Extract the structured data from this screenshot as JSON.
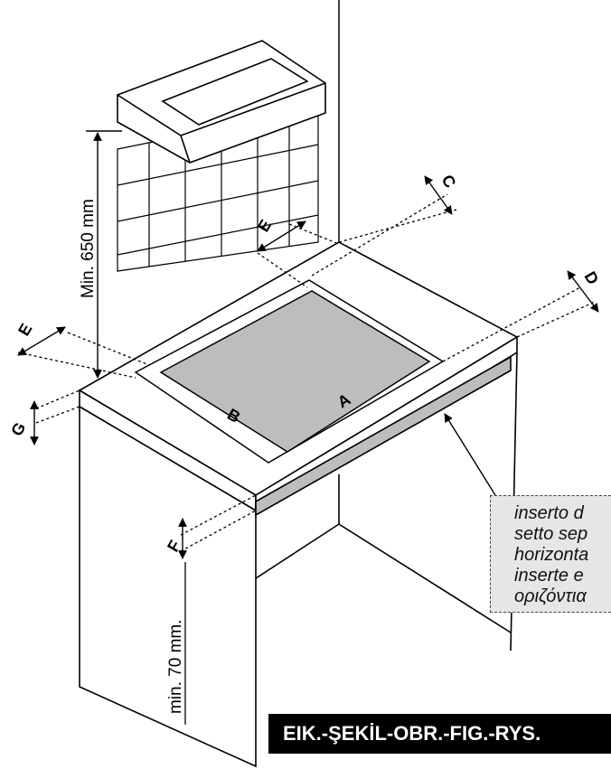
{
  "labels": {
    "a": "A",
    "b": "B",
    "c": "C",
    "d": "D",
    "e_left": "E",
    "e_top": "E",
    "f": "F",
    "g": "G"
  },
  "dimensions": {
    "min_650": "Min. 650 mm",
    "min_70": "min. 70 mm."
  },
  "note": {
    "lines": [
      "inserto d",
      "setto sep",
      "horizonta",
      "inserte e",
      "οριζόντια"
    ]
  },
  "banner": {
    "text": "EIK.-ŞEKİL-OBR.-FIG.-RYS."
  },
  "colors": {
    "hob": "#bdbdbd",
    "note_bg": "#e6e6e6",
    "banner_bg": "#000000"
  }
}
